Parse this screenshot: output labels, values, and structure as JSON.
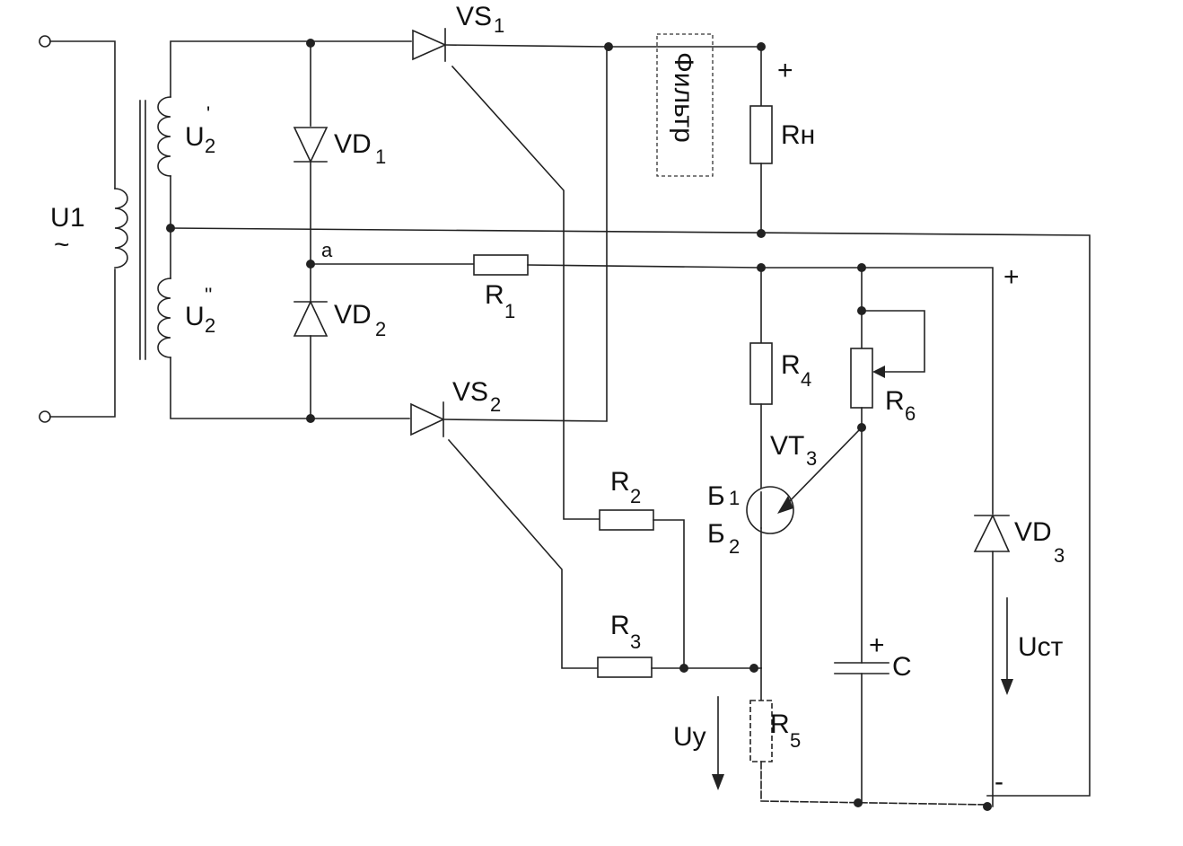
{
  "labels": {
    "u1": "U",
    "u1_sub": "1",
    "tilde": "~",
    "u2a": "U",
    "u2a_sub": "2",
    "u2a_mark": "'",
    "u2b": "U",
    "u2b_sub": "2",
    "u2b_mark": "''",
    "vd1": "VD",
    "vd1_sub": "1",
    "vd2": "VD",
    "vd2_sub": "2",
    "vd3": "VD",
    "vd3_sub": "3",
    "vs1": "VS",
    "vs1_sub": "1",
    "vs2": "VS",
    "vs2_sub": "2",
    "filter": "Фильтр",
    "rn": "Rн",
    "plus_load": "+",
    "node_a": "a",
    "r1": "R",
    "r1_sub": "1",
    "r2": "R",
    "r2_sub": "2",
    "r3": "R",
    "r3_sub": "3",
    "r4": "R",
    "r4_sub": "4",
    "r5": "R",
    "r5_sub": "5",
    "r6": "R",
    "r6_sub": "6",
    "vt3": "VT",
    "vt3_sub": "3",
    "b1": "Б",
    "b1_sub": "1",
    "b2": "Б",
    "b2_sub": "2",
    "cap": "C",
    "cap_plus": "+",
    "plus_right": "+",
    "minus_right": "-",
    "uy": "Uy",
    "ucm": "Uст"
  }
}
